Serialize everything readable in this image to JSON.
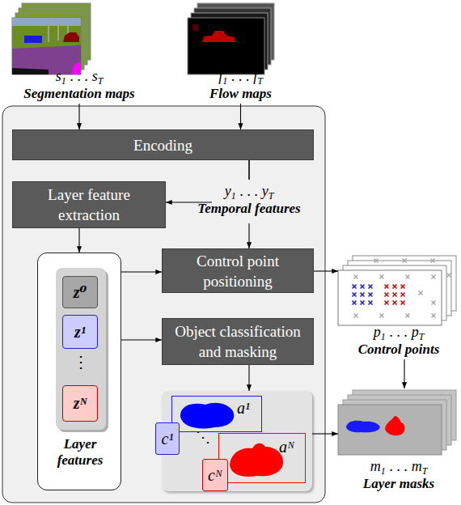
{
  "diagram": {
    "nodes": [
      {
        "text": [
          "s",
          "1",
          ". . . s",
          "T",
          "Segmentation maps"
        ]
      },
      {
        "text": [
          "f",
          "1",
          ". . . f",
          "T",
          "Flow maps"
        ]
      },
      {
        "text": [
          "Encoding"
        ]
      },
      {
        "text": [
          "Layer feature extraction"
        ]
      },
      {
        "text": [
          "Control point positioning"
        ]
      },
      {
        "text": [
          "Object classification and masking"
        ]
      },
      {
        "text": [
          "Layer features"
        ]
      },
      {
        "text": [
          "⋮"
        ],
        "in": 6
      },
      {
        "text": [
          "z⁰"
        ],
        "in": 7
      },
      {
        "text": [
          "z¹"
        ],
        "in": 7
      },
      {
        "text": [
          "zᴺ"
        ],
        "in": 7
      },
      {
        "text": [
          "⋱"
        ]
      },
      {
        "text": [
          "a¹"
        ],
        "in": 11
      },
      {
        "text": [
          "c¹"
        ],
        "in": 11
      },
      {
        "text": [
          "aᴺ"
        ],
        "in": 11
      },
      {
        "text": [
          "cᴺ"
        ],
        "in": 11
      },
      {
        "text": [
          "p",
          "1",
          ". . . p",
          "T",
          "Control points"
        ]
      },
      {
        "text": [
          "m",
          "1",
          ". . . m",
          "T",
          "Layer masks"
        ]
      }
    ],
    "edges": [
      {
        "from": 0,
        "to": 2,
        "arrow": "to"
      },
      {
        "from": 1,
        "to": 2,
        "arrow": "to"
      },
      {
        "from": 2,
        "to": 3,
        "arrow": "to"
      },
      {
        "from": 2,
        "to": 4,
        "arrow": "to"
      },
      {
        "from": 3,
        "to": 6,
        "arrow": "to"
      },
      {
        "from": 6,
        "to": 4,
        "arrow": "to"
      },
      {
        "from": 6,
        "to": 5,
        "arrow": "to"
      },
      {
        "from": 5,
        "to": 11,
        "arrow": "to"
      },
      {
        "from": 4,
        "to": 16,
        "arrow": "to"
      },
      {
        "from": 11,
        "to": 17,
        "arrow": "to"
      },
      {
        "from": 16,
        "to": 17,
        "arrow": "to"
      }
    ],
    "labels": [
      "y",
      "1",
      ". . . y",
      "T",
      "Temporal features"
    ]
  }
}
